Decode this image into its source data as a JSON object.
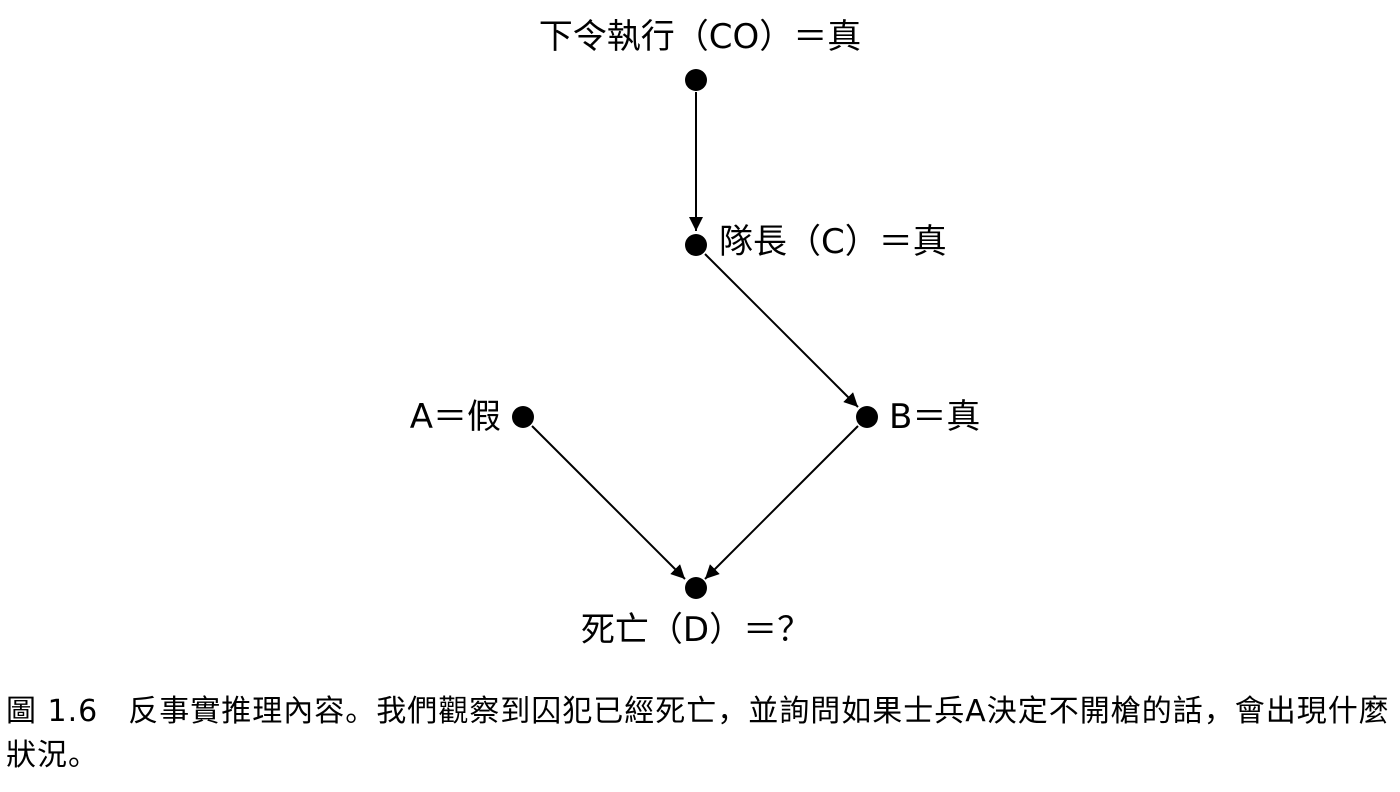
{
  "diagram": {
    "nodes": {
      "co": {
        "label": "下令執行（CO）＝真"
      },
      "c": {
        "label": "隊長（C）＝真"
      },
      "a": {
        "label": "A＝假"
      },
      "b": {
        "label": "B＝真"
      },
      "d": {
        "label": "死亡（D）＝？"
      }
    },
    "edges": [
      {
        "from": "co",
        "to": "c"
      },
      {
        "from": "c",
        "to": "b"
      },
      {
        "from": "a",
        "to": "d"
      },
      {
        "from": "b",
        "to": "d"
      }
    ]
  },
  "caption": {
    "figure_number": "圖 1.6",
    "text": "反事實推理內容。我們觀察到囚犯已經死亡，並詢問如果士兵A決定不開槍的話，會出現什麼狀況。"
  }
}
